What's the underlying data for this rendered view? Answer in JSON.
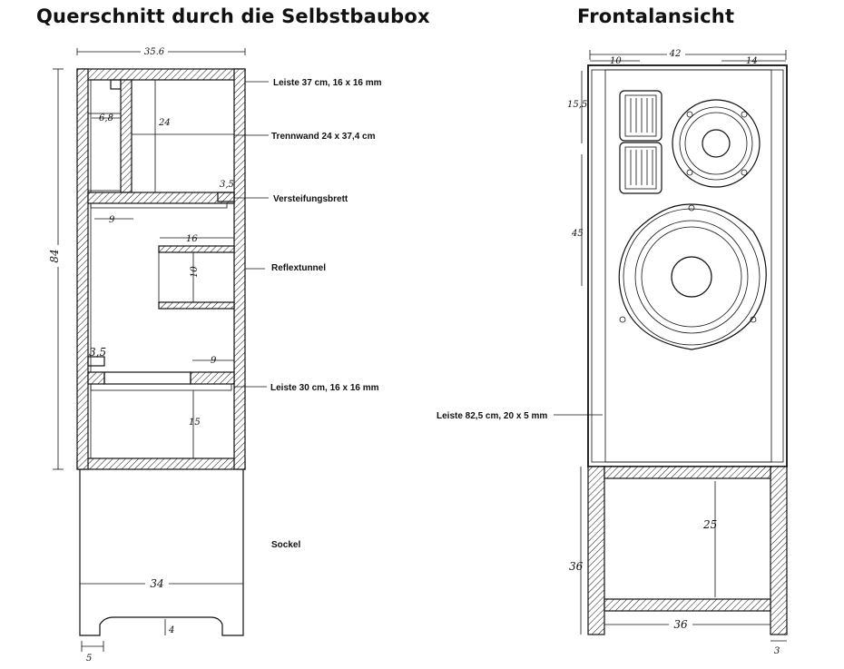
{
  "titles": {
    "cross_section": "Querschnitt durch die Selbstbaubox",
    "front_view": "Frontalansicht"
  },
  "callouts": {
    "leiste_top": "Leiste 37 cm, 16 x 16 mm",
    "trennwand": "Trennwand 24 x 37,4 cm",
    "versteifungsbrett": "Versteifungsbrett",
    "reflextunnel": "Reflextunnel",
    "leiste_bottom": "Leiste 30 cm, 16 x 16 mm",
    "sockel": "Sockel",
    "leiste_front": "Leiste 82,5 cm, 20 x 5 mm"
  },
  "section_dims": {
    "width_top": "35.6",
    "height_total": "84",
    "d_6_8": "6,8",
    "d_24": "24",
    "d_3_5_top": "3,5",
    "d_9_left": "9",
    "d_16": "16",
    "d_10": "10",
    "d_3_5_bottom": "3,5",
    "d_9_right": "9",
    "d_15": "15",
    "d_34": "34",
    "d_4": "4",
    "d_5": "5"
  },
  "front_dims": {
    "width_42": "42",
    "left_10": "10",
    "right_14": "14",
    "d_15_5": "15,5",
    "d_45": "45",
    "d_25": "25",
    "d_36_height": "36",
    "d_36_width": "36",
    "d_3": "3"
  }
}
